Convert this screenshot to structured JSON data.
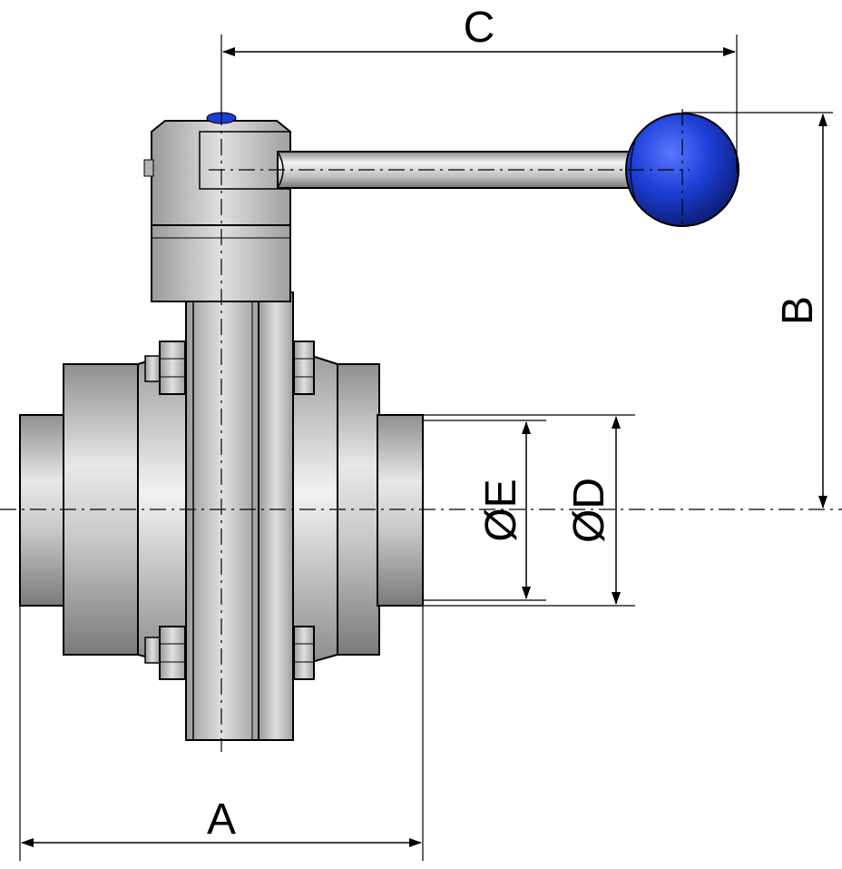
{
  "dimensions": {
    "a": "A",
    "b": "B",
    "c": "C",
    "d": "ØD",
    "e": "ØE"
  },
  "colors": {
    "steel_light": "#e6e6e6",
    "steel_mid": "#b9b9b9",
    "steel_dark": "#8a8a8a",
    "handle_ball": "#1f3fd8",
    "outline": "#000000"
  },
  "icons": {
    "handle": "ball-handle",
    "bolt": "hex-bolt"
  }
}
